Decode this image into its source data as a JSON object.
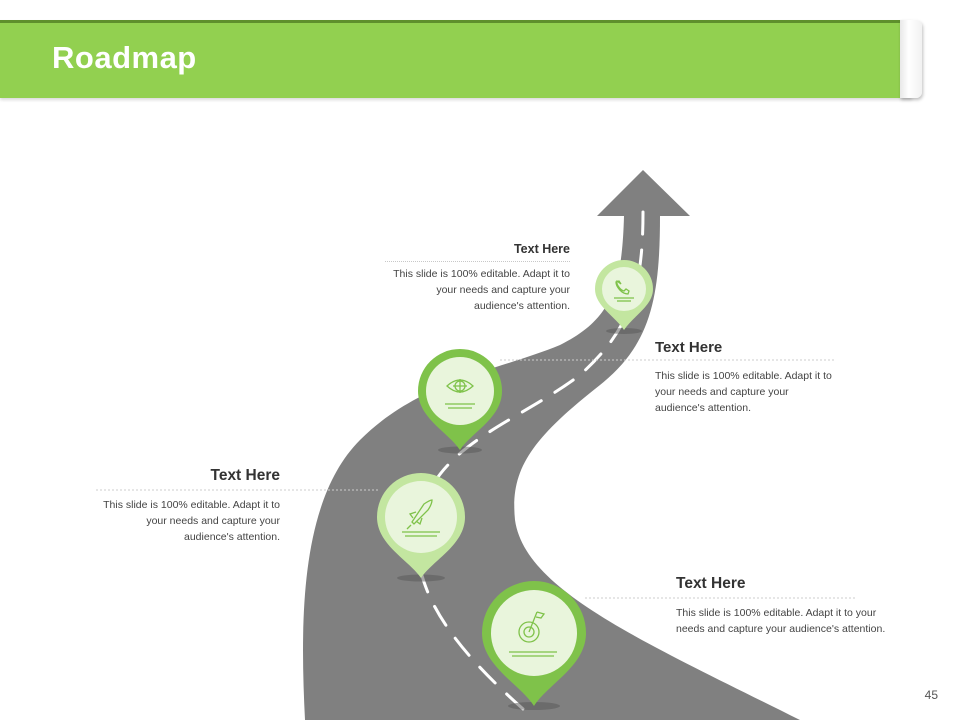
{
  "slide": {
    "title": "Roadmap",
    "page_number": "45"
  },
  "colors": {
    "accent": "#92d050",
    "accent_dark": "#5e8f2c",
    "pin_light": "#c3e6a0",
    "pin_inner": "#e9f5dc",
    "road": "#808080"
  },
  "milestones": [
    {
      "heading": "Text Here",
      "body": "This slide is 100% editable. Adapt it to your needs and capture your audience's attention.",
      "icon": "phone-icon"
    },
    {
      "heading": "Text Here",
      "body": "This slide is 100% editable. Adapt it to your needs and capture your audience's attention.",
      "icon": "eye-icon"
    },
    {
      "heading": "Text Here",
      "body": "This slide is 100% editable. Adapt it to your needs and capture your audience's attention.",
      "icon": "rocket-icon"
    },
    {
      "heading": "Text Here",
      "body": "This slide is 100% editable. Adapt it to your needs and capture your audience's attention.",
      "icon": "target-flag-icon"
    }
  ]
}
